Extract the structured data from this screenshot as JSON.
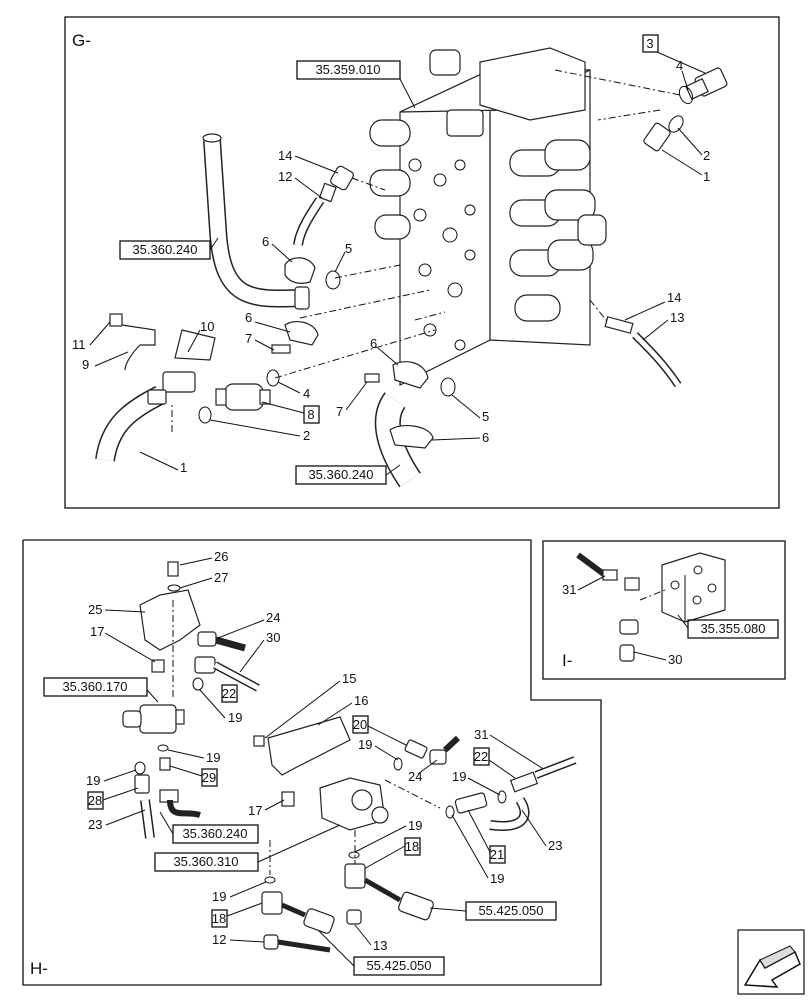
{
  "sections": {
    "g": "G-",
    "h": "H-",
    "i": "I-"
  },
  "refs": {
    "r35359010": "35.359.010",
    "r35360240a": "35.360.240",
    "r35360240b": "35.360.240",
    "r35360240c": "35.360.240",
    "r35360170": "35.360.170",
    "r35360310": "35.360.310",
    "r55425050a": "55.425.050",
    "r55425050b": "55.425.050",
    "r35355080": "35.355.080"
  },
  "boxed": {
    "b3": "3",
    "b8": "8",
    "b20": "20",
    "b22a": "22",
    "b22b": "22",
    "b29": "29",
    "b28": "28",
    "b18a": "18",
    "b18b": "18",
    "b21": "21"
  },
  "labels": {
    "g4a": "4",
    "g2a": "2",
    "g1a": "1",
    "g14a": "14",
    "g12": "12",
    "g6a": "6",
    "g5a": "5",
    "g11": "11",
    "g9": "9",
    "g10": "10",
    "g6b": "6",
    "g7a": "7",
    "g4b": "4",
    "g2b": "2",
    "g1b": "1",
    "g6c": "6",
    "g7b": "7",
    "g5b": "5",
    "g6d": "6",
    "g14b": "14",
    "g13": "13",
    "h26": "26",
    "h27": "27",
    "h25": "25",
    "h24a": "24",
    "h17a": "17",
    "h30a": "30",
    "h19a": "19",
    "h19b": "19",
    "h19c": "19",
    "h23a": "23",
    "h15": "15",
    "h16": "16",
    "h19d": "19",
    "h24b": "24",
    "h31a": "31",
    "h19e": "19",
    "h17b": "17",
    "h23b": "23",
    "h19f": "19",
    "h19g": "19",
    "h19h": "19",
    "h12": "12",
    "h13": "13",
    "i31": "31",
    "i30": "30"
  },
  "icons": {
    "nav": "arrow-left-icon"
  }
}
